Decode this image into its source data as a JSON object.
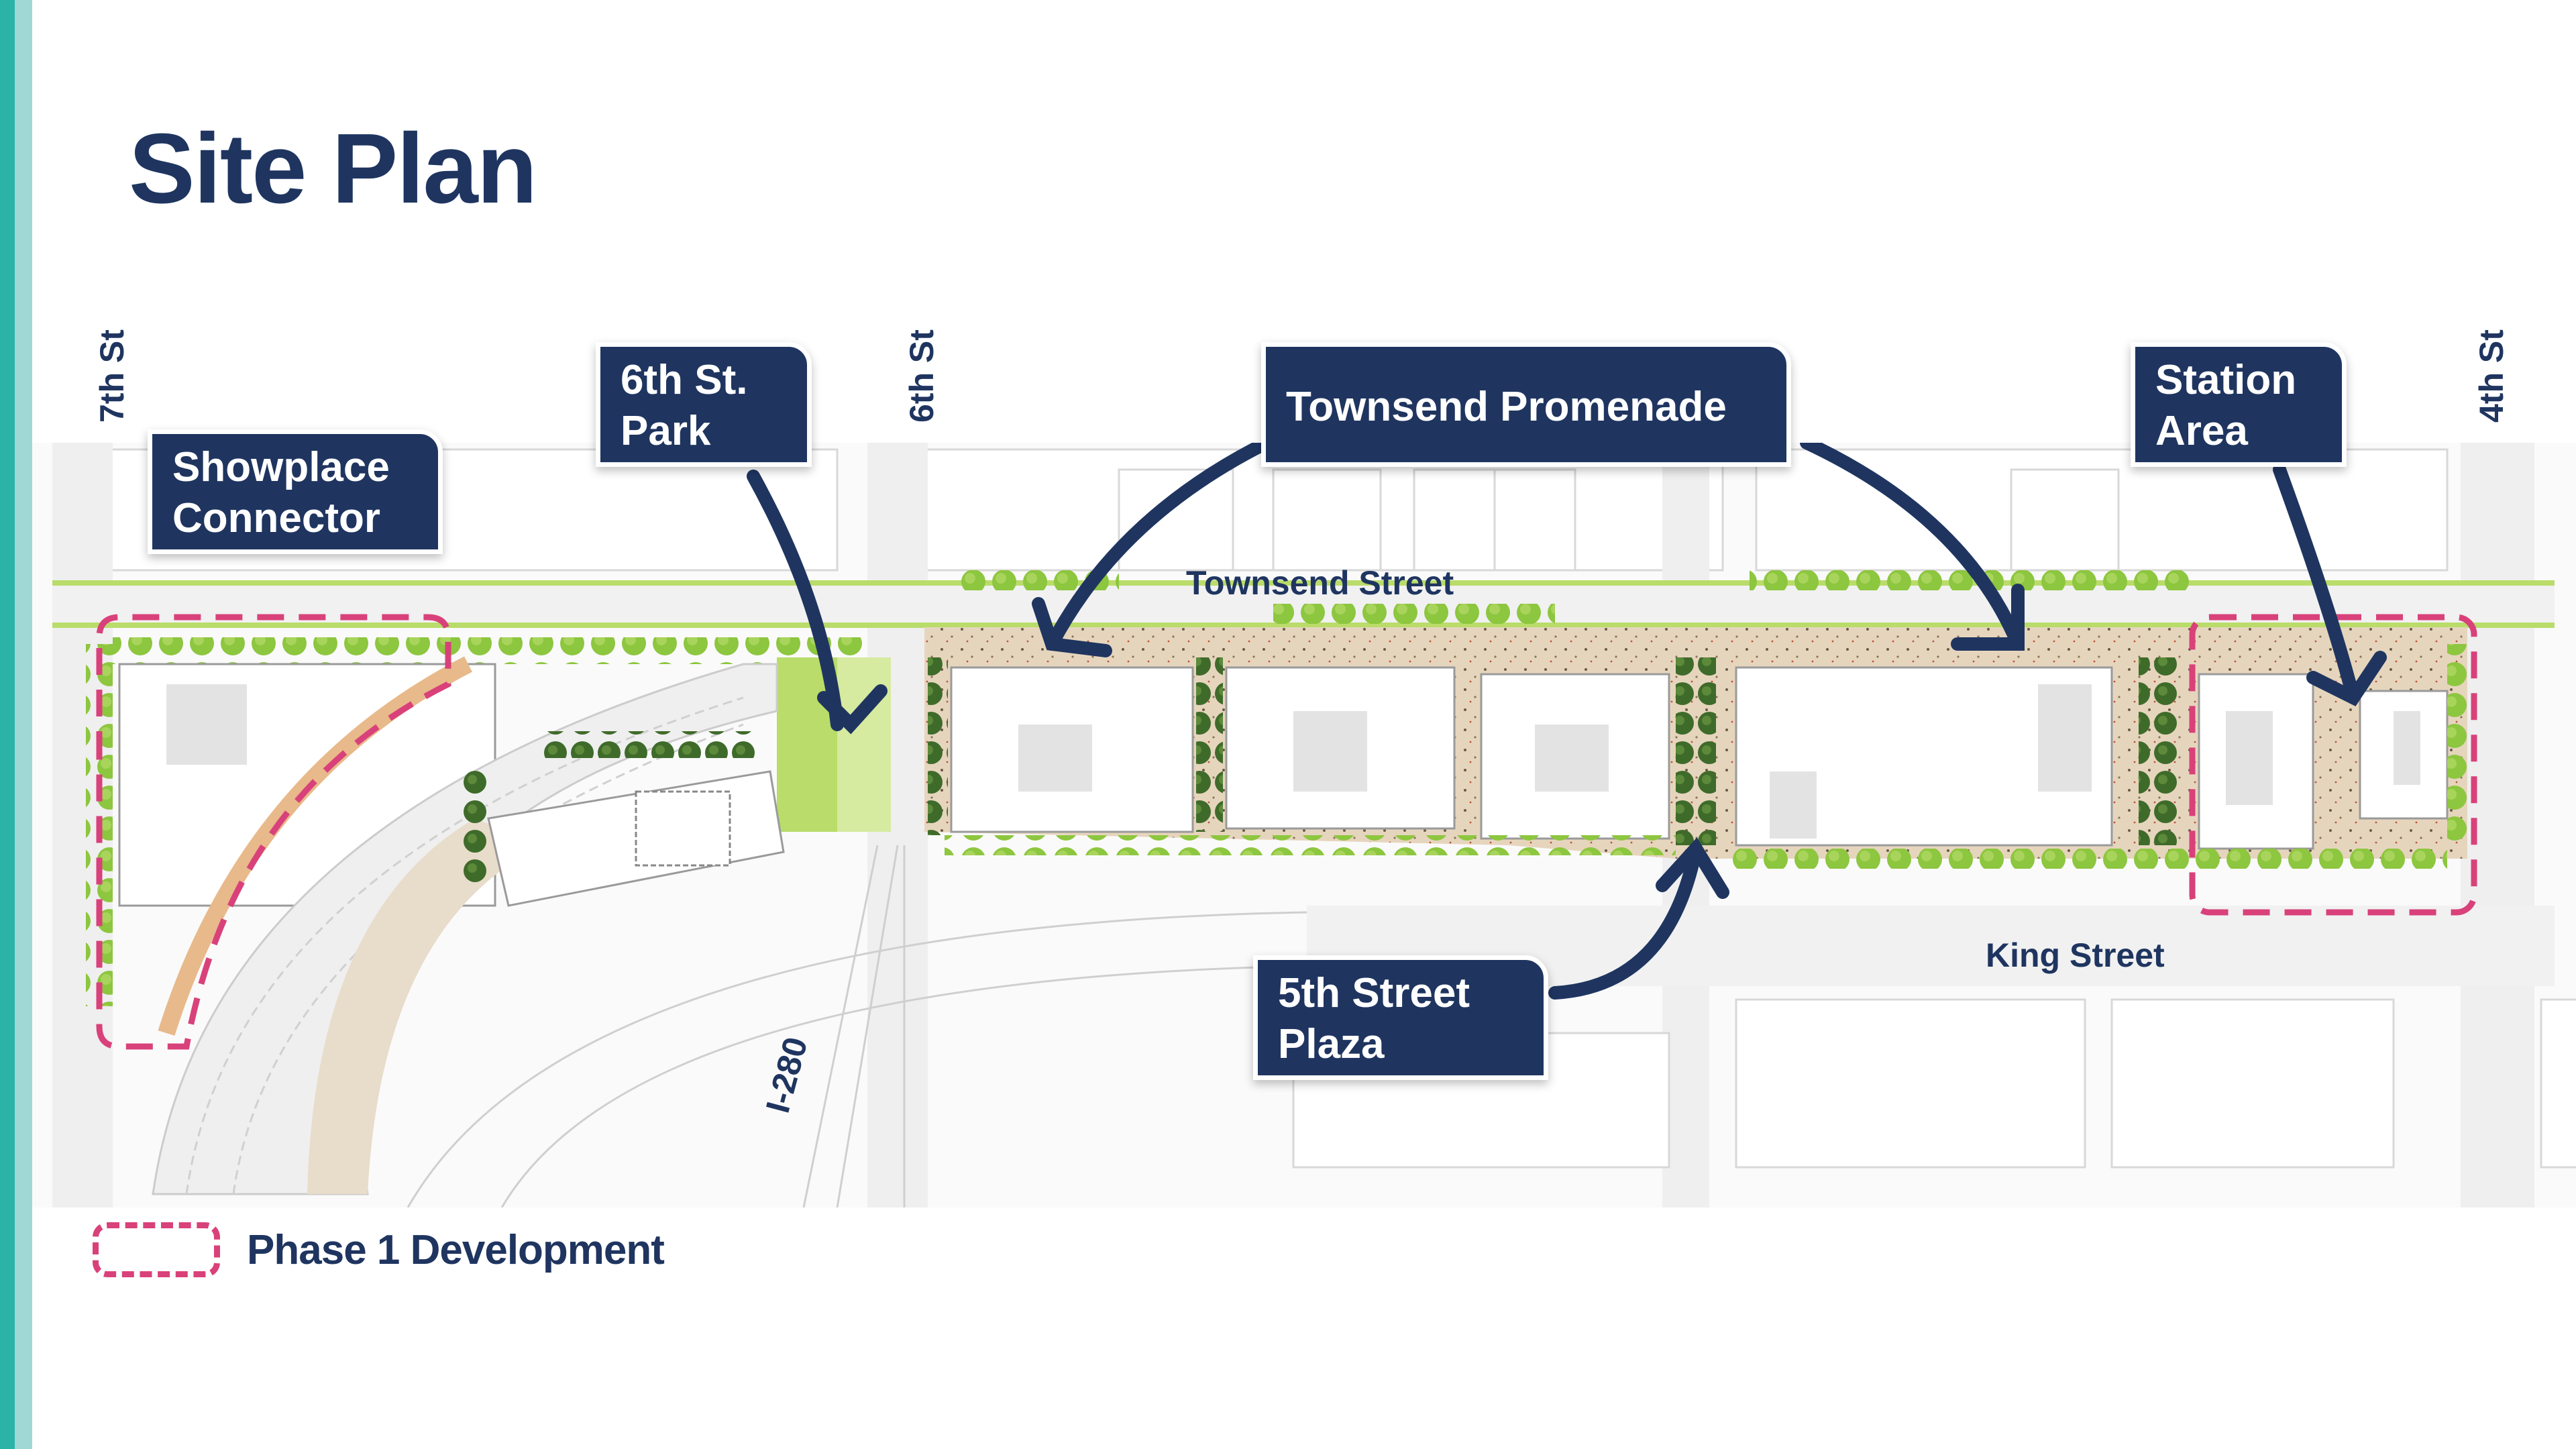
{
  "slide": {
    "title": "Site Plan",
    "accent_colors": {
      "bar_dark": "#2bb3a8",
      "bar_light": "#9fd8d4"
    }
  },
  "colors": {
    "navy": "#1f3560",
    "phase1_dash": "#d9417a",
    "tree_green": "#8dc63f",
    "park_green": "#b9dc6a",
    "paving_tan": "#e8d9c4",
    "road_gray": "#efefef",
    "outline_gray": "#cfcfcf"
  },
  "cross_streets": [
    {
      "id": "7th",
      "label": "7th St"
    },
    {
      "id": "6th",
      "label": "6th St"
    },
    {
      "id": "4th",
      "label": "4th St"
    }
  ],
  "map_labels": {
    "townsend_street": "Townsend Street",
    "king_street": "King Street",
    "highway": "I-280"
  },
  "callouts": [
    {
      "id": "showplace-connector",
      "lines": [
        "Showplace",
        "Connector"
      ]
    },
    {
      "id": "sixth-st-park",
      "lines": [
        "6th St.",
        "Park"
      ]
    },
    {
      "id": "townsend-promenade",
      "lines": [
        "Townsend Promenade"
      ]
    },
    {
      "id": "station-area",
      "lines": [
        "Station",
        "Area"
      ]
    },
    {
      "id": "fifth-street-plaza",
      "lines": [
        "5th Street",
        "Plaza"
      ]
    }
  ],
  "legend": {
    "items": [
      {
        "swatch": "dashed-pink-rounded-rect",
        "label": "Phase 1 Development"
      }
    ]
  }
}
